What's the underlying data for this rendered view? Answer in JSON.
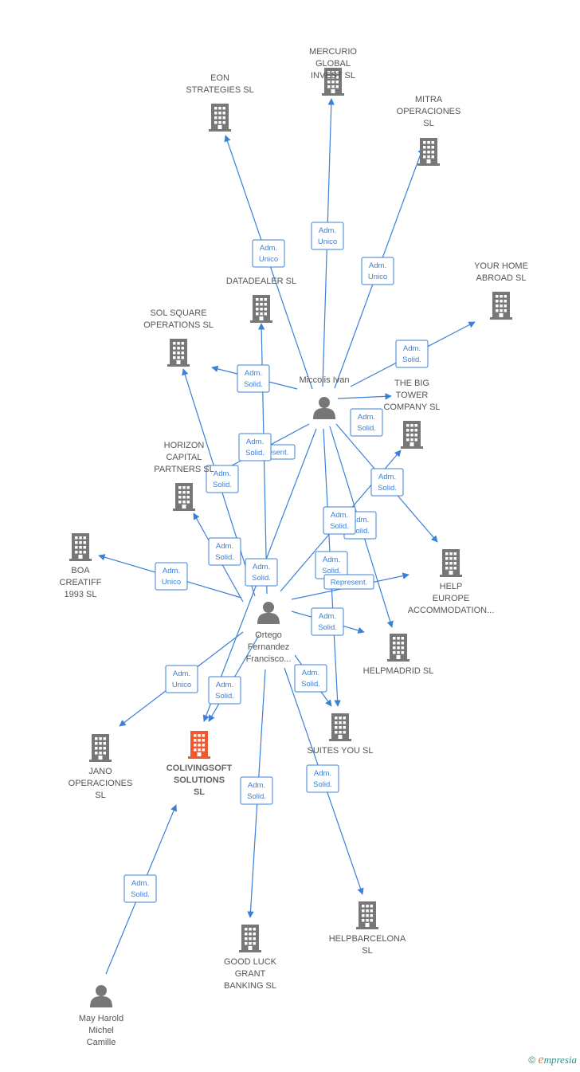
{
  "colors": {
    "edge": "#3a7fd8",
    "building": "#777777",
    "building_focus": "#f0582f",
    "person": "#777777"
  },
  "icons": {
    "company": "building-icon",
    "person": "person-icon"
  },
  "nodes": [
    {
      "id": "mercurio",
      "kind": "company",
      "lines": [
        "MERCURIO",
        "GLOBAL",
        "INVEST  SL"
      ]
    },
    {
      "id": "eon",
      "kind": "company",
      "lines": [
        "EON",
        "STRATEGIES  SL"
      ]
    },
    {
      "id": "mitra",
      "kind": "company",
      "lines": [
        "MITRA",
        "OPERACIONES",
        "SL"
      ]
    },
    {
      "id": "yourhome",
      "kind": "company",
      "lines": [
        "YOUR HOME",
        "ABROAD  SL"
      ]
    },
    {
      "id": "datadealer",
      "kind": "company",
      "lines": [
        "DATADEALER SL"
      ]
    },
    {
      "id": "solsquare",
      "kind": "company",
      "lines": [
        "SOL SQUARE",
        "OPERATIONS SL"
      ]
    },
    {
      "id": "bigtower",
      "kind": "company",
      "lines": [
        "THE BIG",
        "TOWER",
        "COMPANY  SL"
      ]
    },
    {
      "id": "horizon",
      "kind": "company",
      "lines": [
        "HORIZON",
        "CAPITAL",
        "PARTNERS  SL"
      ]
    },
    {
      "id": "boa",
      "kind": "company",
      "lines": [
        "BOA",
        "CREATIFF",
        "1993  SL"
      ]
    },
    {
      "id": "helpeurope",
      "kind": "company",
      "lines": [
        "HELP",
        "EUROPE",
        "ACCOMMODATION..."
      ]
    },
    {
      "id": "helpmadrid",
      "kind": "company",
      "lines": [
        "HELPMADRID SL"
      ]
    },
    {
      "id": "suites",
      "kind": "company",
      "lines": [
        "SUITES YOU  SL"
      ]
    },
    {
      "id": "jano",
      "kind": "company",
      "lines": [
        "JANO",
        "OPERACIONES",
        "SL"
      ]
    },
    {
      "id": "coliving",
      "kind": "company",
      "focus": true,
      "lines": [
        "COLIVINGSOFT",
        "SOLUTIONS",
        "SL"
      ]
    },
    {
      "id": "goodluck",
      "kind": "company",
      "lines": [
        "GOOD LUCK",
        "GRANT",
        "BANKING  SL"
      ]
    },
    {
      "id": "helpbarcelona",
      "kind": "company",
      "lines": [
        "HELPBARCELONA",
        "SL"
      ]
    },
    {
      "id": "miccolis",
      "kind": "person",
      "lines": [
        "Miccolis Ivan"
      ]
    },
    {
      "id": "ortego",
      "kind": "person",
      "lines": [
        "Ortego",
        "Fernandez",
        "Francisco..."
      ]
    },
    {
      "id": "may",
      "kind": "person",
      "lines": [
        "May Harold",
        "Michel",
        "Camille"
      ]
    }
  ],
  "edges": [
    {
      "from": "miccolis",
      "to": "eon",
      "label": [
        "Adm.",
        "Unico"
      ]
    },
    {
      "from": "miccolis",
      "to": "mercurio",
      "label": [
        "Adm.",
        "Unico"
      ]
    },
    {
      "from": "miccolis",
      "to": "mitra",
      "label": [
        "Adm.",
        "Unico"
      ]
    },
    {
      "from": "miccolis",
      "to": "yourhome",
      "label": [
        "Adm.",
        "Solid."
      ]
    },
    {
      "from": "miccolis",
      "to": "solsquare",
      "label": [
        "Adm.",
        "Solid."
      ]
    },
    {
      "from": "miccolis",
      "to": "bigtower",
      "label": [
        "Adm.",
        "Solid."
      ]
    },
    {
      "from": "miccolis",
      "to": "horizon",
      "label": [
        "Represent."
      ]
    },
    {
      "from": "miccolis",
      "to": "helpeurope",
      "label": [
        "Adm.",
        "Solid."
      ]
    },
    {
      "from": "miccolis",
      "to": "helpmadrid",
      "label": [
        "Adm.",
        "Solid."
      ]
    },
    {
      "from": "miccolis",
      "to": "suites",
      "label": [
        "Adm.",
        "Solid."
      ]
    },
    {
      "from": "miccolis",
      "to": "coliving",
      "label": [
        "Adm.",
        "Solid."
      ]
    },
    {
      "from": "ortego",
      "to": "datadealer",
      "label": [
        "Adm.",
        "Solid."
      ]
    },
    {
      "from": "ortego",
      "to": "solsquare",
      "label": [
        "Adm.",
        "Solid."
      ]
    },
    {
      "from": "ortego",
      "to": "horizon",
      "label": [
        "Adm.",
        "Solid."
      ]
    },
    {
      "from": "ortego",
      "to": "boa",
      "label": [
        "Adm.",
        "Unico"
      ]
    },
    {
      "from": "ortego",
      "to": "bigtower",
      "label": [
        "Adm.",
        "Solid."
      ]
    },
    {
      "from": "ortego",
      "to": "helpeurope",
      "label": [
        "Represent."
      ]
    },
    {
      "from": "ortego",
      "to": "helpmadrid",
      "label": [
        "Adm.",
        "Solid."
      ]
    },
    {
      "from": "ortego",
      "to": "suites",
      "label": [
        "Adm.",
        "Solid."
      ]
    },
    {
      "from": "ortego",
      "to": "jano",
      "label": [
        "Adm.",
        "Unico"
      ]
    },
    {
      "from": "ortego",
      "to": "coliving",
      "label": [
        "Adm.",
        "Solid."
      ]
    },
    {
      "from": "ortego",
      "to": "goodluck",
      "label": [
        "Adm.",
        "Solid."
      ]
    },
    {
      "from": "ortego",
      "to": "helpbarcelona",
      "label": [
        "Adm.",
        "Solid."
      ]
    },
    {
      "from": "may",
      "to": "coliving",
      "label": [
        "Adm.",
        "Solid."
      ]
    }
  ],
  "footer": {
    "copyright": "©",
    "brand_first": "e",
    "brand_rest": "mpresia"
  }
}
